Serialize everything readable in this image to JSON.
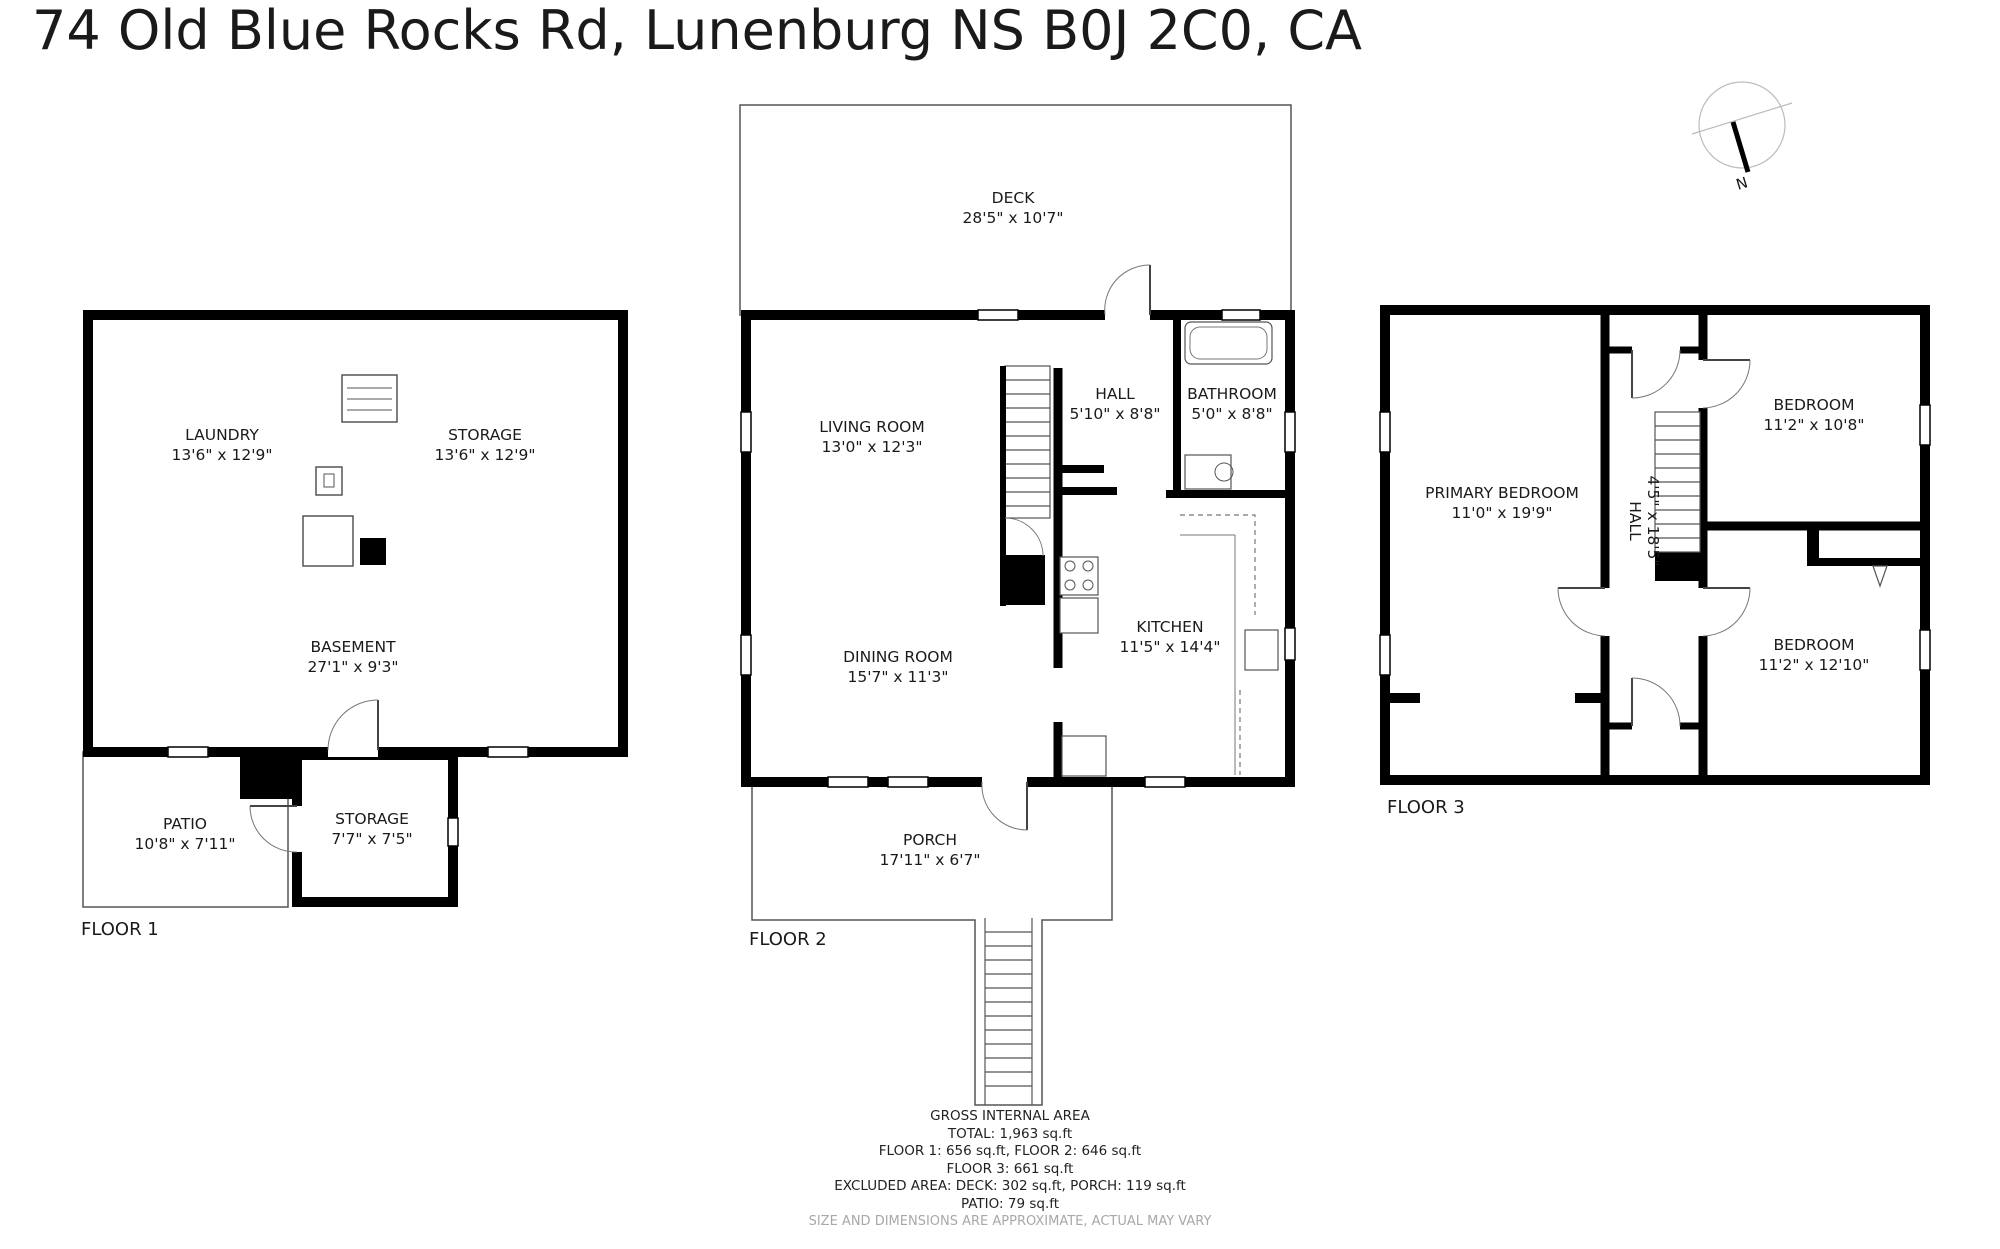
{
  "title": "74 Old Blue Rocks Rd, Lunenburg NS B0J 2C0, CA",
  "compass": {
    "label": "N",
    "icon": "north-compass-icon"
  },
  "floors": [
    {
      "label": "FLOOR 1",
      "rooms": [
        {
          "name": "LAUNDRY",
          "dims": "13'6\" x 12'9\""
        },
        {
          "name": "STORAGE",
          "dims": "13'6\" x 12'9\""
        },
        {
          "name": "BASEMENT",
          "dims": "27'1\" x 9'3\""
        },
        {
          "name": "PATIO",
          "dims": "10'8\" x 7'11\""
        },
        {
          "name": "STORAGE",
          "dims": "7'7\" x 7'5\""
        }
      ]
    },
    {
      "label": "FLOOR 2",
      "rooms": [
        {
          "name": "DECK",
          "dims": "28'5\" x 10'7\""
        },
        {
          "name": "LIVING ROOM",
          "dims": "13'0\" x 12'3\""
        },
        {
          "name": "HALL",
          "dims": "5'10\" x 8'8\""
        },
        {
          "name": "BATHROOM",
          "dims": "5'0\" x 8'8\""
        },
        {
          "name": "DINING ROOM",
          "dims": "15'7\" x 11'3\""
        },
        {
          "name": "KITCHEN",
          "dims": "11'5\" x 14'4\""
        },
        {
          "name": "PORCH",
          "dims": "17'11\" x 6'7\""
        }
      ]
    },
    {
      "label": "FLOOR 3",
      "rooms": [
        {
          "name": "PRIMARY BEDROOM",
          "dims": "11'0\" x 19'9\""
        },
        {
          "name": "HALL",
          "dims": "4'5\" x 18'5\""
        },
        {
          "name": "BEDROOM",
          "dims": "11'2\" x 10'8\""
        },
        {
          "name": "BEDROOM",
          "dims": "11'2\" x 12'10\""
        }
      ]
    }
  ],
  "summary": {
    "heading": "GROSS INTERNAL AREA",
    "total": "TOTAL: 1,963 sq.ft",
    "floors_1_2": "FLOOR 1: 656 sq.ft, FLOOR 2: 646 sq.ft",
    "floor_3": "FLOOR 3: 661 sq.ft",
    "excluded": "EXCLUDED AREA: DECK: 302 sq.ft, PORCH: 119 sq.ft",
    "patio": "PATIO: 79 sq.ft",
    "disclaimer": "SIZE AND DIMENSIONS ARE APPROXIMATE, ACTUAL MAY VARY"
  }
}
